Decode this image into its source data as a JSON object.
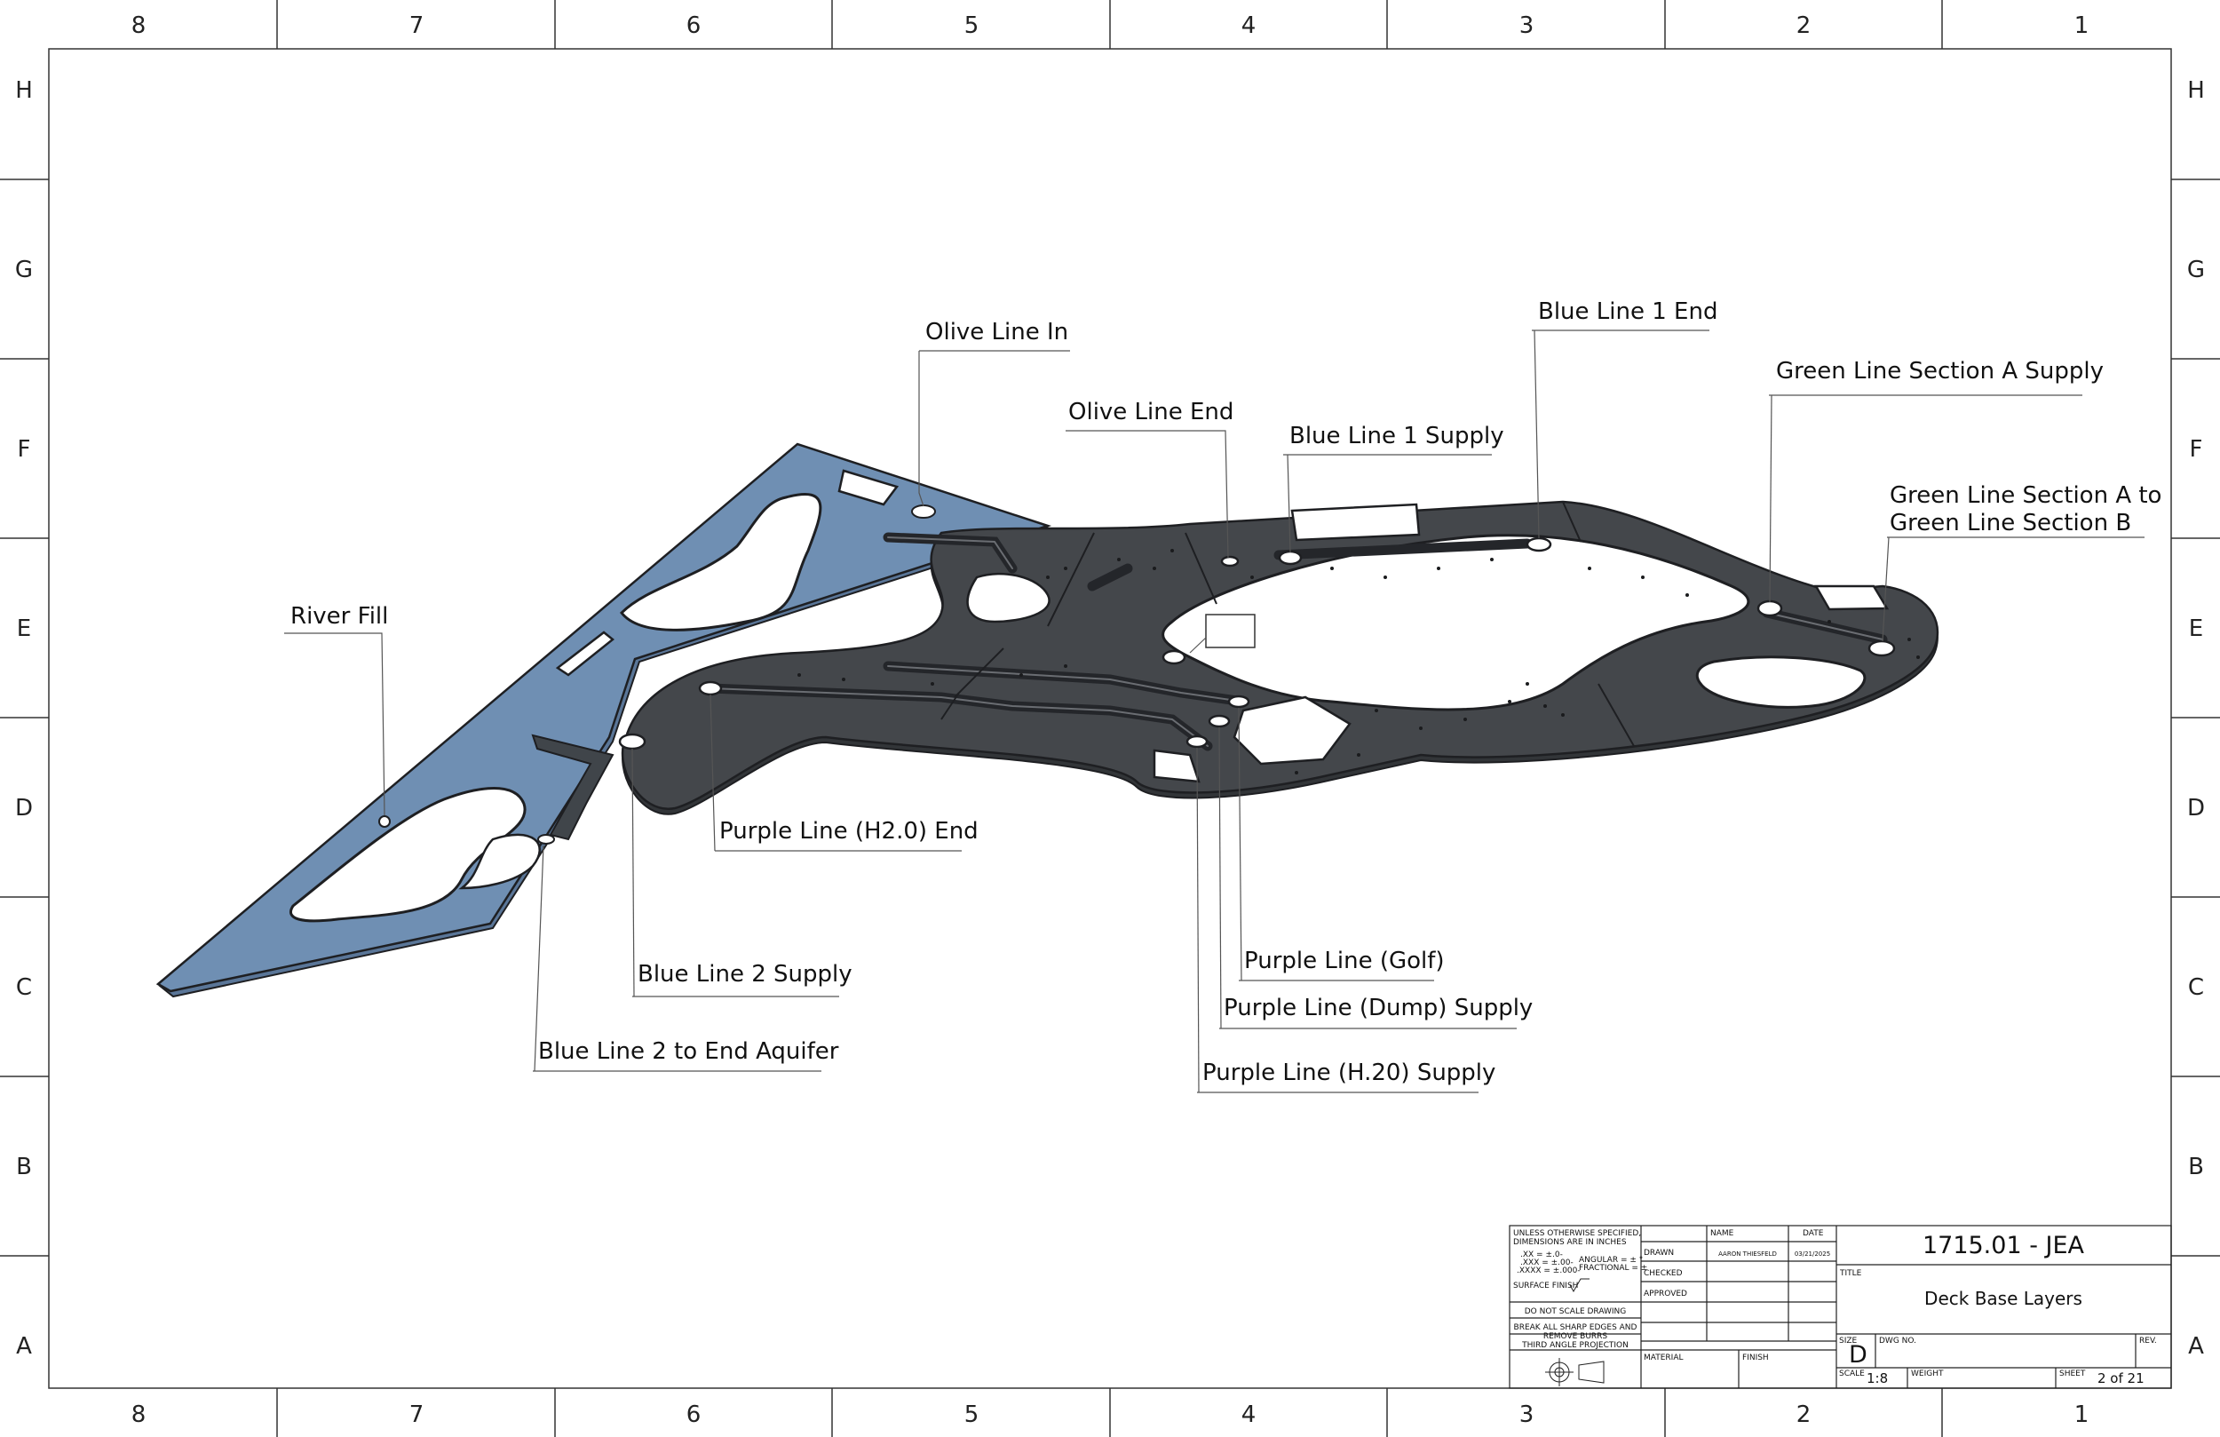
{
  "zones": {
    "columns": [
      "8",
      "7",
      "6",
      "5",
      "4",
      "3",
      "2",
      "1"
    ],
    "rows": [
      "H",
      "G",
      "F",
      "E",
      "D",
      "C",
      "B",
      "A"
    ]
  },
  "callouts": {
    "olive_line_in": "Olive Line In",
    "olive_line_end": "Olive Line End",
    "blue_line_1_supply": "Blue Line 1 Supply",
    "blue_line_1_end": "Blue Line 1 End",
    "green_a_supply": "Green Line Section A Supply",
    "green_a_to_b_1": "Green Line Section A to",
    "green_a_to_b_2": "Green Line Section B",
    "river_fill": "River Fill",
    "purple_h20_end": "Purple Line (H2.0) End",
    "blue_line_2_supply": "Blue Line 2 Supply",
    "blue_line_2_aquifer": "Blue Line 2 to End Aquifer",
    "purple_golf": "Purple Line (Golf)",
    "purple_dump": "Purple Line (Dump) Supply",
    "purple_h20_supply": "Purple Line (H.20) Supply"
  },
  "colors": {
    "blue_layer": "#6f8fb3",
    "dark_layer": "#44474b",
    "outline": "#1e1f22"
  },
  "title_block": {
    "tolerance_note_1": "UNLESS OTHERWISE SPECIFIED,",
    "tolerance_note_2": "DIMENSIONS ARE IN INCHES",
    "tol_xx": ".XX = ±.0-",
    "tol_xxx": ".XXX = ±.00-",
    "tol_xxxx": ".XXXX = ±.000-",
    "tol_angular": "ANGULAR = ± °",
    "tol_fractional": "FRACTIONAL = ±",
    "surface_finish": "SURFACE FINISH",
    "do_not_scale": "DO NOT SCALE DRAWING",
    "break_edges_1": "BREAK ALL SHARP EDGES AND",
    "break_edges_2": "REMOVE BURRS",
    "third_angle": "THIRD ANGLE PROJECTION",
    "name_header": "NAME",
    "date_header": "DATE",
    "drawn_label": "DRAWN",
    "drawn_name": "AARON THIESFELD",
    "drawn_date": "03/21/2025",
    "checked_label": "CHECKED",
    "approved_label": "APPROVED",
    "material_label": "MATERIAL",
    "finish_label": "FINISH",
    "drawing_number": "1715.01 - JEA",
    "title_label": "TITLE",
    "title_value": "Deck Base Layers",
    "size_label": "SIZE",
    "size_value": "D",
    "dwg_no_label": "DWG NO.",
    "rev_label": "REV.",
    "scale_label": "SCALE",
    "scale_value": "1:8",
    "weight_label": "WEIGHT",
    "sheet_label": "SHEET",
    "sheet_value": "2 of 21"
  }
}
